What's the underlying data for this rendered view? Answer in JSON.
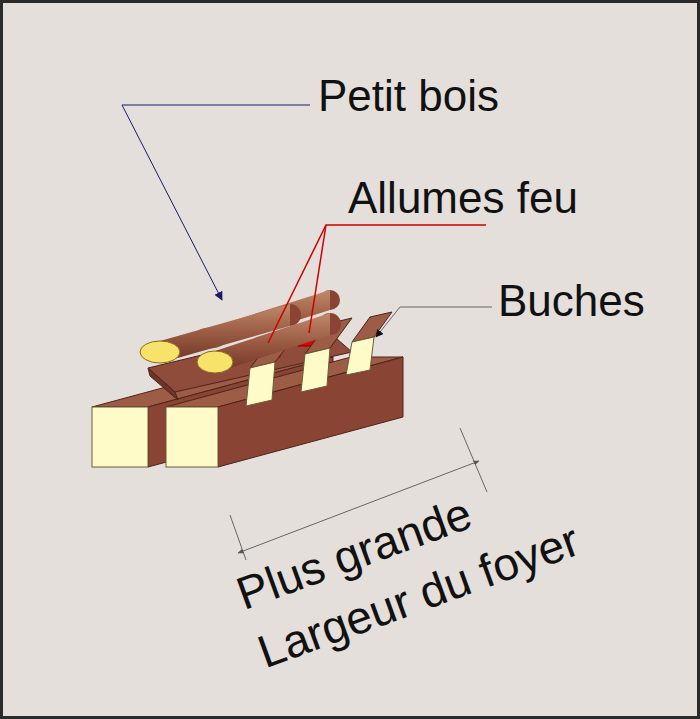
{
  "diagram": {
    "labels": [
      "Petit bois",
      "Allumes feu",
      "Buches",
      "Plus grande Largeur du foyer"
    ]
  }
}
